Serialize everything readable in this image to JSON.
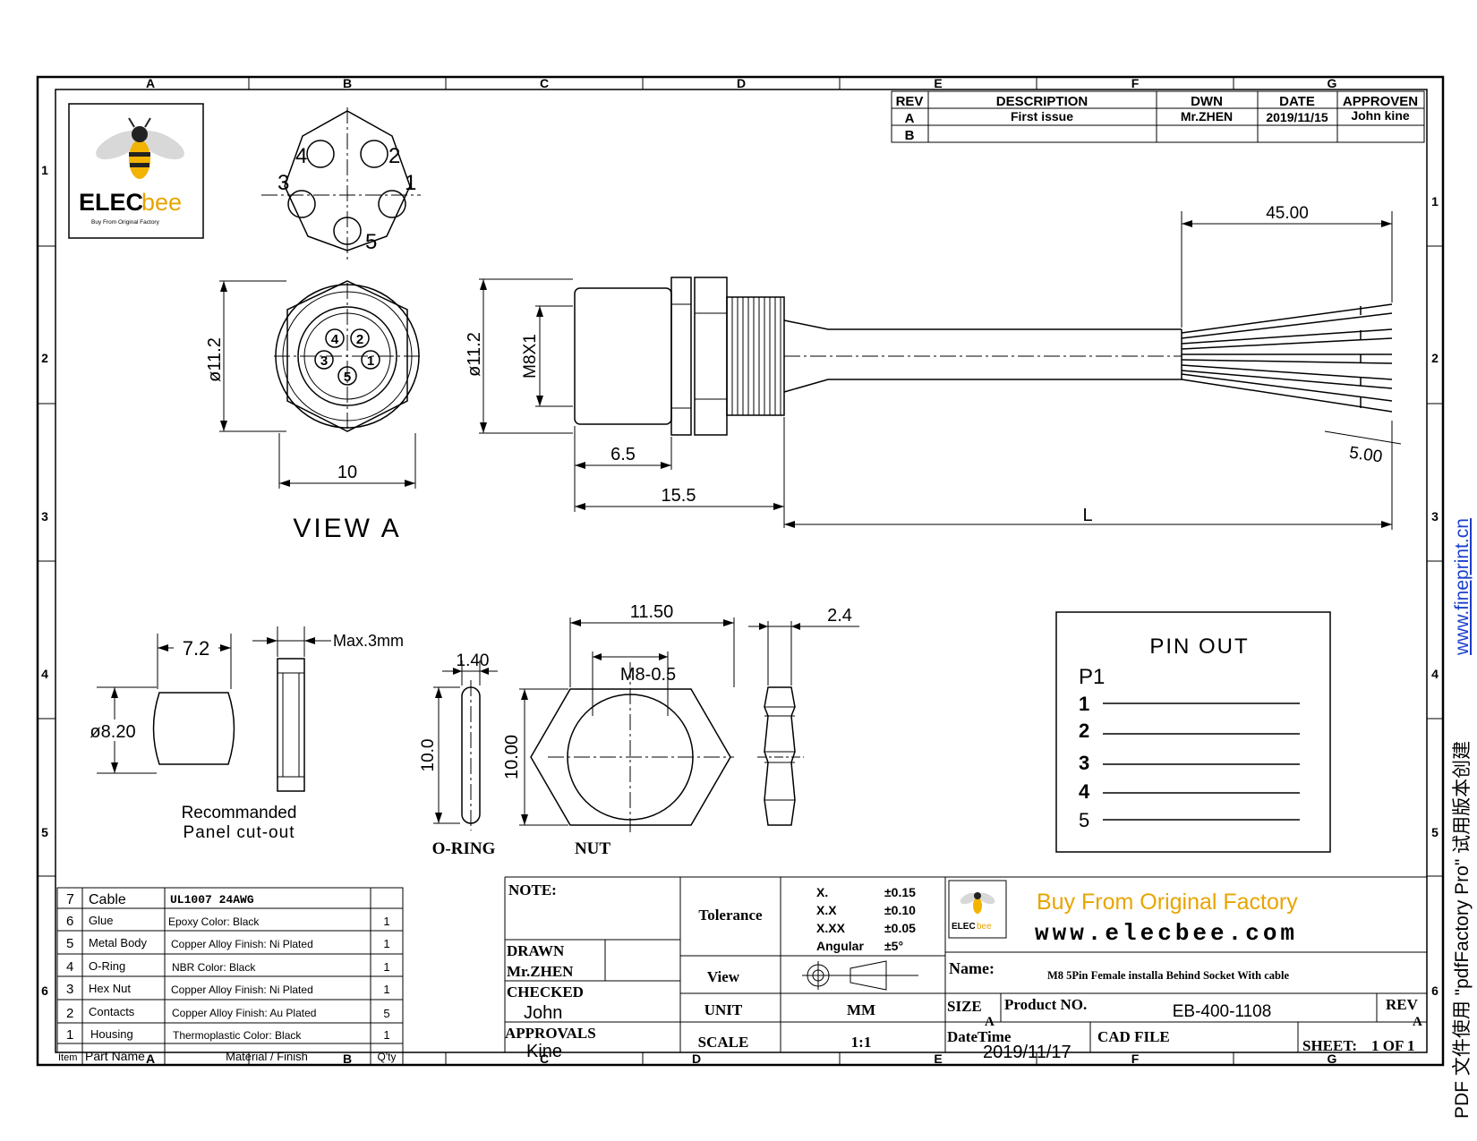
{
  "border": {
    "cols": [
      "A",
      "B",
      "C",
      "D",
      "E",
      "F",
      "G"
    ],
    "rows": [
      "1",
      "2",
      "3",
      "4",
      "5",
      "6"
    ]
  },
  "logo": {
    "name": "ELECbee",
    "prefix": "ELEC",
    "suffix": "bee",
    "tagline": "Buy From Original Factory"
  },
  "revision": {
    "headers": [
      "REV",
      "DESCRIPTION",
      "DWN",
      "DATE",
      "APPROVEN"
    ],
    "rows": [
      [
        "A",
        "First issue",
        "Mr.ZHEN",
        "2019/11/15",
        "John kine"
      ],
      [
        "B",
        "",
        "",
        "",
        ""
      ]
    ]
  },
  "view_a": {
    "pins_front": [
      "4",
      "2",
      "3",
      "1",
      "5"
    ],
    "pins_hex": [
      "4",
      "2",
      "3",
      "1",
      "5"
    ],
    "dia": "ø11.2",
    "width": "10",
    "label": "VIEW A"
  },
  "side_view": {
    "dia": "ø11.2",
    "thread": "M8X1",
    "d1": "6.5",
    "d2": "15.5",
    "cable_len": "L",
    "strip_len": "45.00",
    "lead_len": "5.00"
  },
  "panel": {
    "w": "7.2",
    "dia": "ø8.20",
    "max": "Max.3mm",
    "caption1": "Recommanded",
    "caption2": "Panel cut-out"
  },
  "oring": {
    "w": "1.40",
    "h": "10.0",
    "label": "O-RING"
  },
  "nut": {
    "w": "11.50",
    "thread": "M8-0.5",
    "h": "10.00",
    "thick": "2.4",
    "label": "NUT"
  },
  "pinout": {
    "title": "PIN OUT",
    "group": "P1",
    "pins": [
      "1",
      "2",
      "3",
      "4",
      "5"
    ]
  },
  "bom": {
    "rows": [
      [
        "7",
        "Cable",
        "UL1007 24AWG",
        ""
      ],
      [
        "6",
        "Glue",
        "Epoxy Color: Black",
        "1"
      ],
      [
        "5",
        "Metal Body",
        "Copper Alloy Finish: Ni Plated",
        "1"
      ],
      [
        "4",
        "O-Ring",
        "NBR Color: Black",
        "1"
      ],
      [
        "3",
        "Hex Nut",
        "Copper Alloy Finish: Ni Plated",
        "1"
      ],
      [
        "2",
        "Contacts",
        "Copper Alloy Finish: Au Plated",
        "5"
      ],
      [
        "1",
        "Housing",
        "Thermoplastic Color: Black",
        "1"
      ]
    ],
    "headers": [
      "Item",
      "Part Name",
      "Material / Finish",
      "Q'ty"
    ]
  },
  "title_block": {
    "note": "NOTE:",
    "drawn_label": "DRAWN",
    "drawn": "Mr.ZHEN",
    "checked_label": "CHECKED",
    "checked": "John",
    "approvals_label": "APPROVALS",
    "approvals": "Kine",
    "tolerance_label": "Tolerance",
    "tolerances": [
      [
        "X.",
        "±0.15"
      ],
      [
        "X.X",
        "±0.10"
      ],
      [
        "X.XX",
        "±0.05"
      ],
      [
        "Angular",
        "±5°"
      ]
    ],
    "view_label": "View",
    "unit_label": "UNIT",
    "unit": "MM",
    "scale_label": "SCALE",
    "scale": "1:1",
    "slogan": "Buy From Original Factory",
    "website": "www.elecbee.com",
    "name_label": "Name:",
    "name": "M8 5Pin Female installa Behind Socket With cable",
    "size_label": "SIZE",
    "size": "A",
    "product_label": "Product NO.",
    "product": "EB-400-1108",
    "rev_label": "REV",
    "rev": "A",
    "date_label": "DateTime",
    "date": "2019/11/17",
    "cad_label": "CAD FILE",
    "sheet_label": "SHEET:",
    "sheet": "1 OF 1"
  },
  "watermark": {
    "text": "PDF 文件使用 \"pdfFactory Pro\" 试用版本创建",
    "link": "www.fineprint.cn"
  }
}
